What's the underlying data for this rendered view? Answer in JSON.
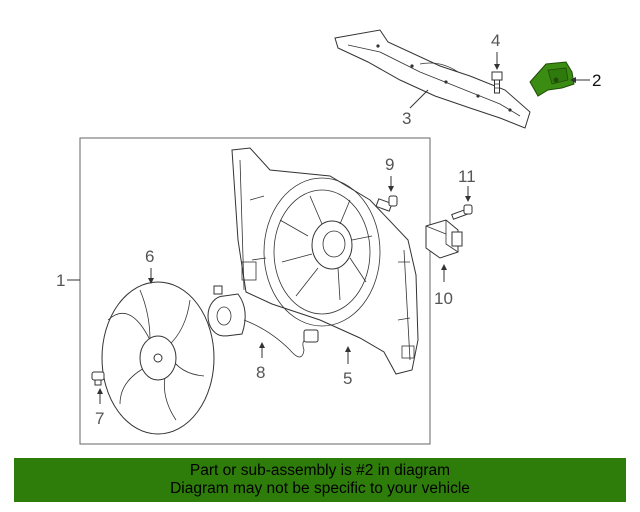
{
  "callouts": {
    "c1": "1",
    "c2": "2",
    "c3": "3",
    "c4": "4",
    "c5": "5",
    "c6": "6",
    "c7": "7",
    "c8": "8",
    "c9": "9",
    "c10": "10",
    "c11": "11"
  },
  "highlight_color": "#3a8c12",
  "banner": {
    "line1": "Part or sub-assembly is #2 in diagram",
    "line2": "Diagram may not be specific to your vehicle",
    "color": "#2e7d0b"
  }
}
